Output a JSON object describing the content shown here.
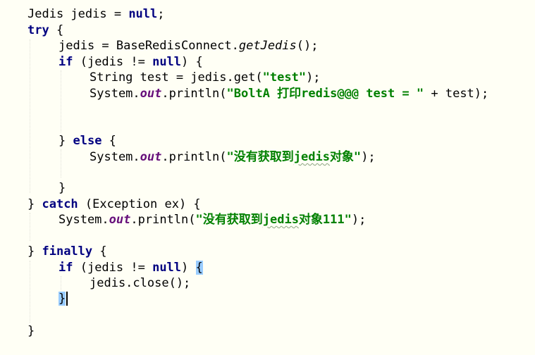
{
  "code": {
    "l1": {
      "type": "Jedis",
      "decl": " jedis = ",
      "null": "null",
      "end": ";"
    },
    "l2": {
      "kw": "try",
      "rest": " {"
    },
    "l3": {
      "a": "jedis = BaseRedisConnect.",
      "method": "getJedis",
      "b": "();"
    },
    "l4": {
      "kw": "if",
      "a": " (jedis != ",
      "null": "null",
      "b": ") {"
    },
    "l5": {
      "a": "String test = jedis.get(",
      "str": "\"test\"",
      "b": ");"
    },
    "l6": {
      "a": "System.",
      "field": "out",
      "b": ".println(",
      "str": "\"BoltA 打印redis@@@ test = \"",
      "c": " + test);"
    },
    "l7": {
      "a": "} ",
      "kw": "else",
      "b": " {"
    },
    "l8": {
      "a": "System.",
      "field": "out",
      "b": ".println(",
      "str1": "\"没有获取到",
      "str2": "jedis",
      "str3": "对象\"",
      "c": ");"
    },
    "l9": {
      "a": "}"
    },
    "l10": {
      "a": "} ",
      "kw": "catch",
      "b": " (Exception ex) {"
    },
    "l11": {
      "a": "System.",
      "field": "out",
      "b": ".println(",
      "str1": "\"没有获取到",
      "str2": "jedis",
      "str3": "对象111\"",
      "c": ");"
    },
    "l12": {
      "a": "} ",
      "kw": "finally",
      "b": " {"
    },
    "l13": {
      "kw": "if",
      "a": " (jedis != ",
      "null": "null",
      "b": ") ",
      "brace": "{"
    },
    "l14": {
      "a": "jedis.close();"
    },
    "l15": {
      "brace": "}"
    },
    "l16": {
      "a": "}"
    }
  }
}
